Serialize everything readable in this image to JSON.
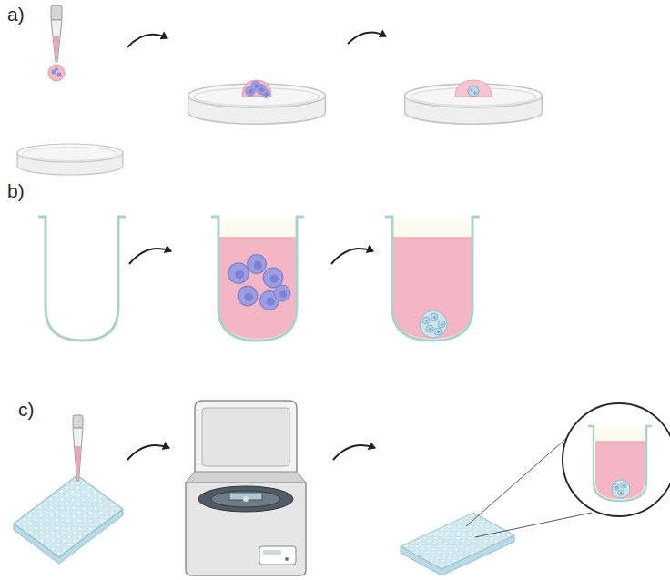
{
  "diagram": {
    "labels": [
      "a)",
      "b)",
      "c)"
    ]
  }
}
